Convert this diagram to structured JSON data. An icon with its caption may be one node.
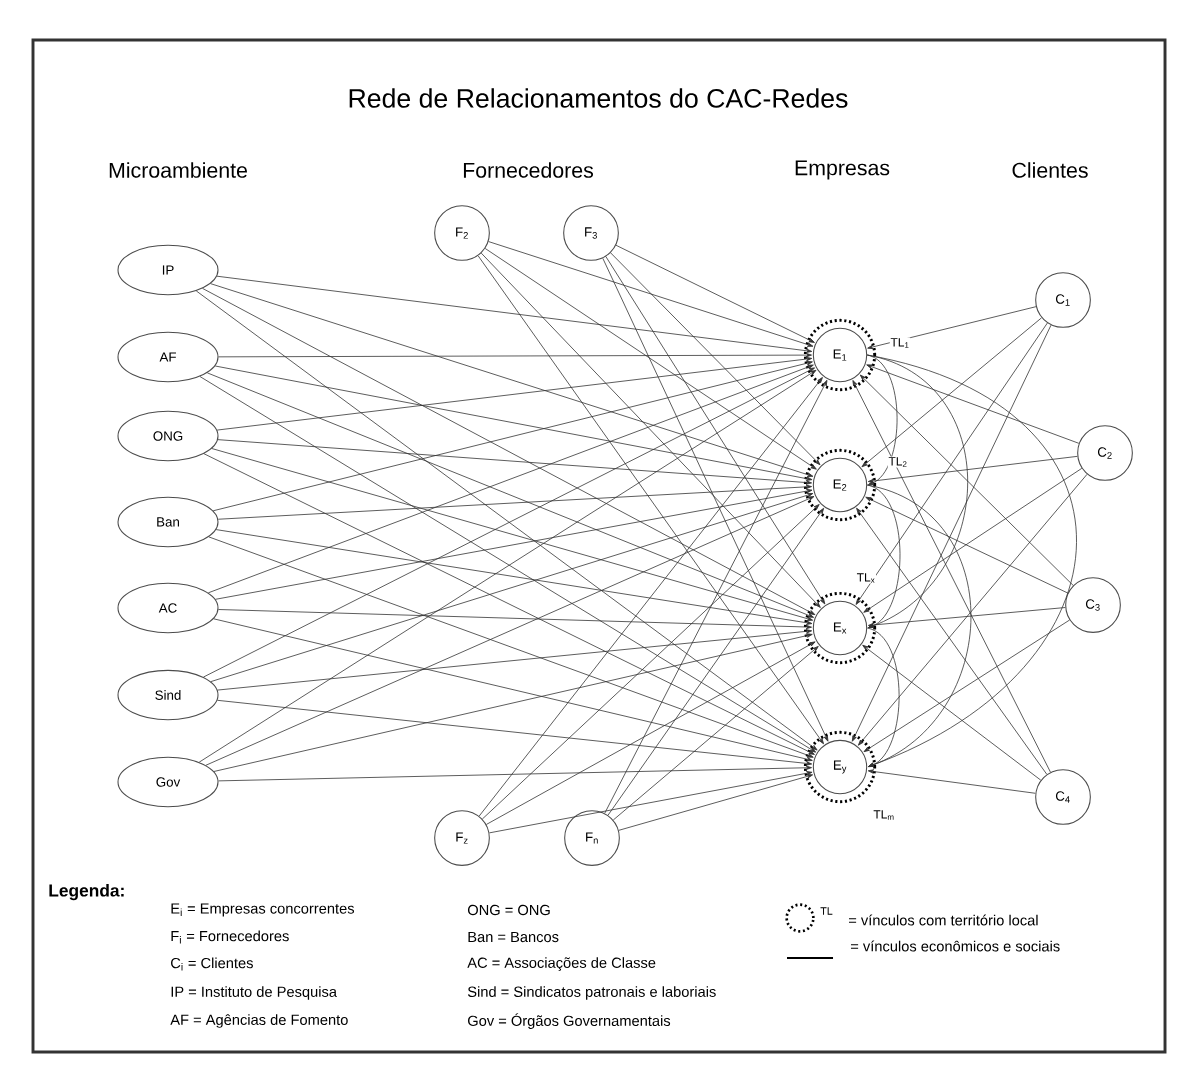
{
  "diagram": {
    "title": "Rede de Relacionamentos do CAC-Redes",
    "nodes": [
      {
        "text": [
          "IP"
        ]
      },
      {
        "text": [
          "AF"
        ]
      },
      {
        "text": [
          "ONG"
        ]
      },
      {
        "text": [
          "Ban"
        ]
      },
      {
        "text": [
          "AC"
        ]
      },
      {
        "text": [
          "Sind"
        ]
      },
      {
        "text": [
          "Gov"
        ]
      },
      {
        "text": [
          "F$_{2}$"
        ]
      },
      {
        "text": [
          "F$_{3}$"
        ]
      },
      {
        "text": [
          "F$_{z}$"
        ]
      },
      {
        "text": [
          "F$_{n}$"
        ]
      },
      {
        "text": [
          "E$_{1}$"
        ],
        "beside": [
          "TL$_{1}$"
        ]
      },
      {
        "text": [
          "E$_{2}$"
        ],
        "beside": [
          "TL$_{2}$"
        ]
      },
      {
        "text": [
          "E$_{x}$"
        ],
        "beside": [
          "TL$_{x}$"
        ]
      },
      {
        "text": [
          "E$_{y}$"
        ],
        "beside": [
          "TL$_{m}$"
        ]
      },
      {
        "text": [
          "C$_{1}$"
        ]
      },
      {
        "text": [
          "C$_{2}$"
        ]
      },
      {
        "text": [
          "C$_{3}$"
        ]
      },
      {
        "text": [
          "C$_{4}$"
        ]
      }
    ],
    "edges": [
      {
        "from": 0,
        "to": 11,
        "arrow": "to"
      },
      {
        "from": 0,
        "to": 12,
        "arrow": "to"
      },
      {
        "from": 0,
        "to": 13,
        "arrow": "to"
      },
      {
        "from": 0,
        "to": 14,
        "arrow": "to"
      },
      {
        "from": 1,
        "to": 11,
        "arrow": "to"
      },
      {
        "from": 1,
        "to": 12,
        "arrow": "to"
      },
      {
        "from": 1,
        "to": 13,
        "arrow": "to"
      },
      {
        "from": 1,
        "to": 14,
        "arrow": "to"
      },
      {
        "from": 2,
        "to": 11,
        "arrow": "to"
      },
      {
        "from": 2,
        "to": 12,
        "arrow": "to"
      },
      {
        "from": 2,
        "to": 13,
        "arrow": "to"
      },
      {
        "from": 2,
        "to": 14,
        "arrow": "to"
      },
      {
        "from": 3,
        "to": 11,
        "arrow": "to"
      },
      {
        "from": 3,
        "to": 12,
        "arrow": "to"
      },
      {
        "from": 3,
        "to": 13,
        "arrow": "to"
      },
      {
        "from": 3,
        "to": 14,
        "arrow": "to"
      },
      {
        "from": 4,
        "to": 11,
        "arrow": "to"
      },
      {
        "from": 4,
        "to": 12,
        "arrow": "to"
      },
      {
        "from": 4,
        "to": 13,
        "arrow": "to"
      },
      {
        "from": 4,
        "to": 14,
        "arrow": "to"
      },
      {
        "from": 5,
        "to": 11,
        "arrow": "to"
      },
      {
        "from": 5,
        "to": 12,
        "arrow": "to"
      },
      {
        "from": 5,
        "to": 13,
        "arrow": "to"
      },
      {
        "from": 5,
        "to": 14,
        "arrow": "to"
      },
      {
        "from": 6,
        "to": 11,
        "arrow": "to"
      },
      {
        "from": 6,
        "to": 12,
        "arrow": "to"
      },
      {
        "from": 6,
        "to": 13,
        "arrow": "to"
      },
      {
        "from": 6,
        "to": 14,
        "arrow": "to"
      },
      {
        "from": 7,
        "to": 11,
        "arrow": "to"
      },
      {
        "from": 7,
        "to": 12,
        "arrow": "to"
      },
      {
        "from": 7,
        "to": 13,
        "arrow": "to"
      },
      {
        "from": 7,
        "to": 14,
        "arrow": "to"
      },
      {
        "from": 8,
        "to": 11,
        "arrow": "to"
      },
      {
        "from": 8,
        "to": 12,
        "arrow": "to"
      },
      {
        "from": 8,
        "to": 13,
        "arrow": "to"
      },
      {
        "from": 8,
        "to": 14,
        "arrow": "to"
      },
      {
        "from": 9,
        "to": 11,
        "arrow": "to"
      },
      {
        "from": 9,
        "to": 12,
        "arrow": "to"
      },
      {
        "from": 9,
        "to": 13,
        "arrow": "to"
      },
      {
        "from": 9,
        "to": 14,
        "arrow": "to"
      },
      {
        "from": 10,
        "to": 11,
        "arrow": "to"
      },
      {
        "from": 10,
        "to": 12,
        "arrow": "to"
      },
      {
        "from": 10,
        "to": 13,
        "arrow": "to"
      },
      {
        "from": 10,
        "to": 14,
        "arrow": "to"
      },
      {
        "from": 15,
        "to": 11,
        "arrow": "to"
      },
      {
        "from": 15,
        "to": 12,
        "arrow": "to"
      },
      {
        "from": 15,
        "to": 13,
        "arrow": "to"
      },
      {
        "from": 15,
        "to": 14,
        "arrow": "to"
      },
      {
        "from": 16,
        "to": 11,
        "arrow": "to"
      },
      {
        "from": 16,
        "to": 12,
        "arrow": "to"
      },
      {
        "from": 16,
        "to": 13,
        "arrow": "to"
      },
      {
        "from": 16,
        "to": 14,
        "arrow": "to"
      },
      {
        "from": 17,
        "to": 11,
        "arrow": "to"
      },
      {
        "from": 17,
        "to": 12,
        "arrow": "to"
      },
      {
        "from": 17,
        "to": 13,
        "arrow": "to"
      },
      {
        "from": 17,
        "to": 14,
        "arrow": "to"
      },
      {
        "from": 18,
        "to": 11,
        "arrow": "to"
      },
      {
        "from": 18,
        "to": 12,
        "arrow": "to"
      },
      {
        "from": 18,
        "to": 13,
        "arrow": "to"
      },
      {
        "from": 18,
        "to": 14,
        "arrow": "to"
      },
      {
        "from": 11,
        "to": 12,
        "arrow": "to"
      },
      {
        "from": 11,
        "to": 13,
        "arrow": "to"
      },
      {
        "from": 11,
        "to": 14,
        "arrow": "to"
      },
      {
        "from": 12,
        "to": 13,
        "arrow": "to"
      },
      {
        "from": 12,
        "to": 14,
        "arrow": "to"
      },
      {
        "from": 13,
        "to": 14,
        "arrow": "to"
      }
    ],
    "labels": [
      "Microambiente",
      "Fornecedores",
      "Empresas",
      "Clientes",
      "Legenda:",
      "E$_{i}$ = Empresas concorrentes",
      "F$_{i}$ = Fornecedores",
      "C$_{i}$ = Clientes",
      "IP = Instituto de Pesquisa",
      "AF = Agências de Fomento",
      "ONG = ONG",
      "Ban = Bancos",
      "AC = Associações de Classe",
      "Sind = Sindicatos patronais e laboriais",
      "Gov = Órgãos Governamentais",
      "TL"
    ],
    "legend": [
      {
        "text": "= vínculos com território local"
      },
      {
        "text": "= vínculos econômicos e sociais"
      }
    ]
  }
}
